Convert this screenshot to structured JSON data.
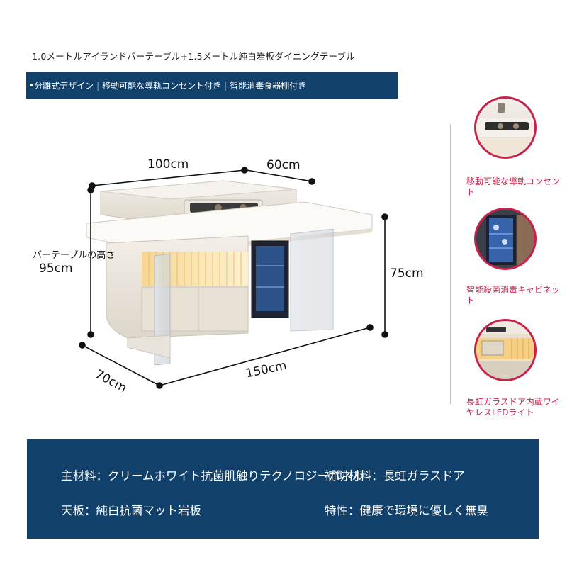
{
  "header": {
    "title": "1.0メートルアイランドバーテーブル+1.5メートル純白岩板ダイニングテーブル"
  },
  "feature_bar": {
    "items": [
      "•分離式デザイン",
      "移動可能な導軌コンセント付き",
      "智能消毒食器棚付き"
    ],
    "separator": "|"
  },
  "dimensions": {
    "width_top": "100cm",
    "depth_top": "60cm",
    "bar_height_label": "バーテーブルの高さ",
    "bar_height_value": "95cm",
    "table_height": "75cm",
    "table_depth": "70cm",
    "table_width": "150cm"
  },
  "features": [
    {
      "caption": "移動可能な導軌コンセント",
      "icon": "power-track-icon"
    },
    {
      "caption": "智能殺菌消毒キャビネット",
      "icon": "sterilizer-cabinet-icon"
    },
    {
      "caption": "長虹ガラスドア内蔵ワイヤレスLEDライト",
      "icon": "glass-door-led-icon"
    }
  ],
  "specs": {
    "main_material": "主材料：クリームホワイト抗菌肌触りテクノロジーパネル",
    "aux_material": "補助材料：長虹ガラスドア",
    "top_board": "天板：純白抗菌マット岩板",
    "feature": "特性：健康で環境に優しく無臭"
  },
  "colors": {
    "accent_navy": "#11416a",
    "accent_crimson": "#c7224b",
    "panel_cream": "#e8e2d8"
  }
}
